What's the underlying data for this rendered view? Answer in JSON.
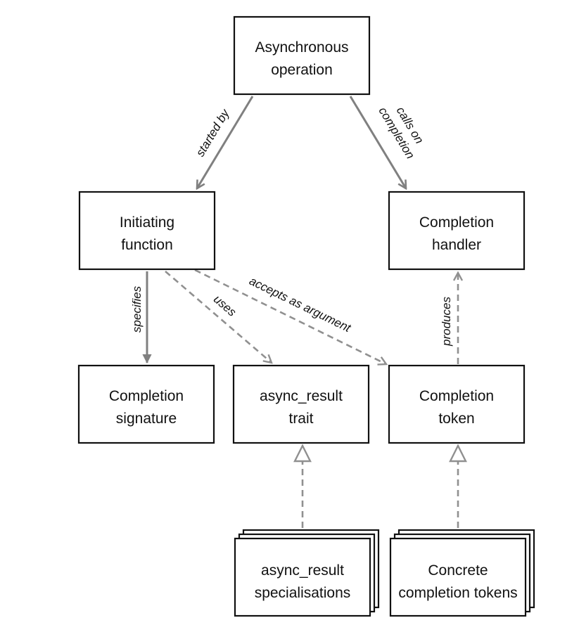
{
  "nodes": {
    "async_op": [
      "Asynchronous",
      "operation"
    ],
    "initiating": [
      "Initiating",
      "function"
    ],
    "handler": [
      "Completion",
      "handler"
    ],
    "signature": [
      "Completion",
      "signature"
    ],
    "trait": [
      "async_result",
      "trait"
    ],
    "token": [
      "Completion",
      "token"
    ],
    "specialisations": [
      "async_result",
      "specialisations"
    ],
    "concrete": [
      "Concrete",
      "completion tokens"
    ]
  },
  "edges": {
    "started_by": "started by",
    "calls_on": [
      "calls on",
      "completion"
    ],
    "specifies": "specifies",
    "uses": "uses",
    "accepts": "accepts as argument",
    "produces": "produces"
  },
  "colors": {
    "box_stroke": "#111111",
    "arrow_solid": "#808080",
    "arrow_dashed": "#909090"
  }
}
